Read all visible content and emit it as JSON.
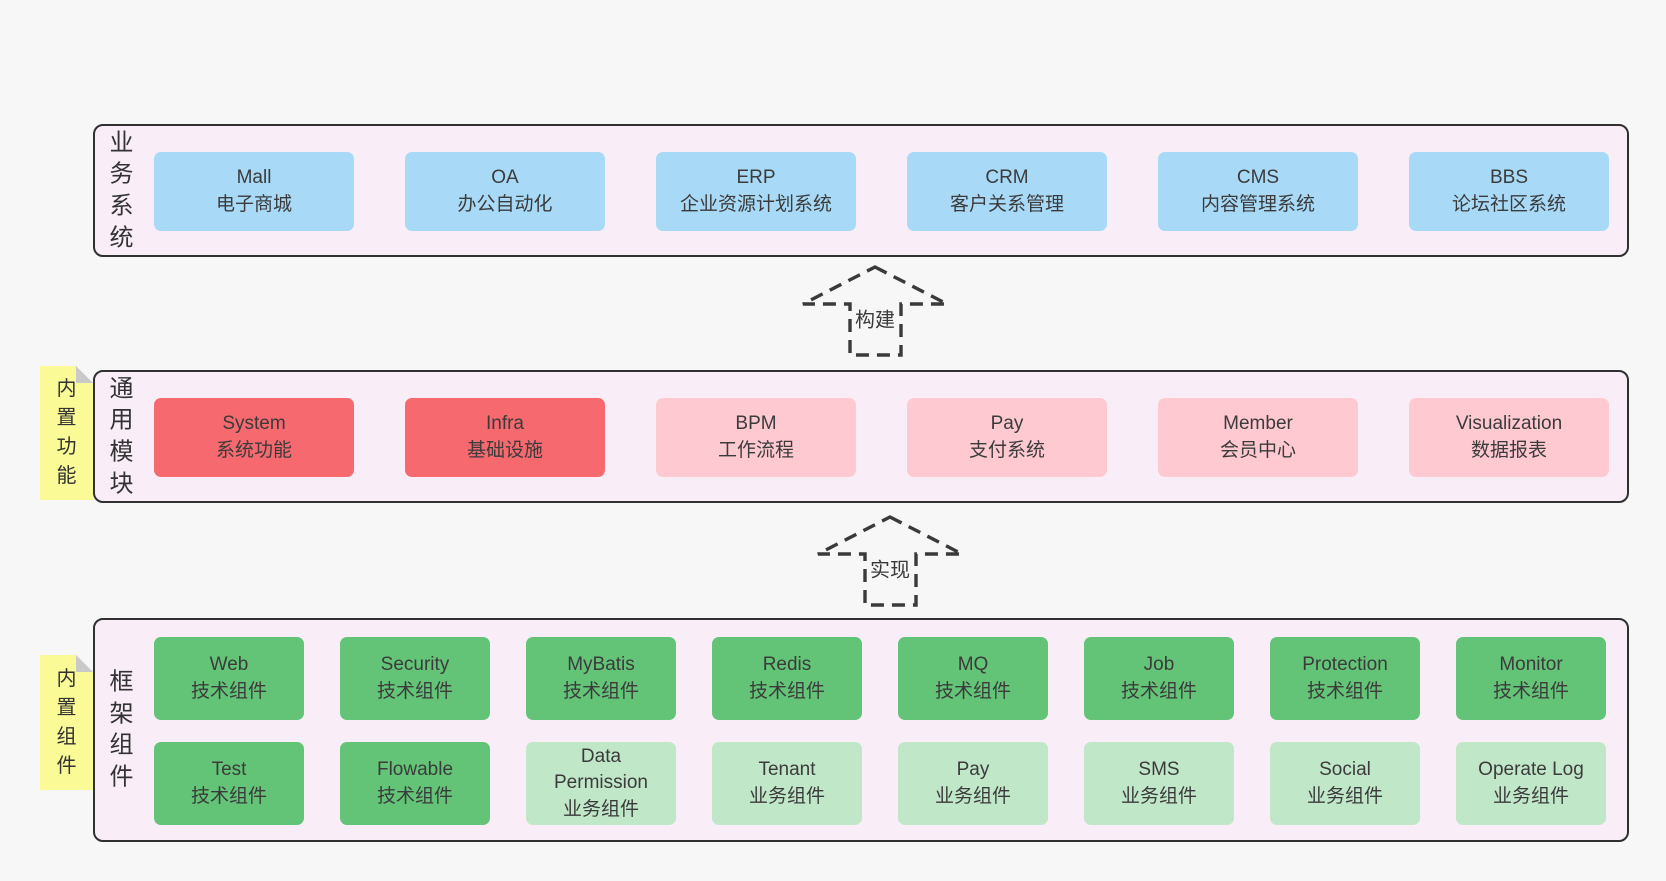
{
  "colors": {
    "page-bg": "#f7f7f7",
    "band-bg": "#f9eef8",
    "band-border": "#303030",
    "box-blue": "#a8daf7",
    "box-red": "#f5696f",
    "box-pink": "#ffc9d2",
    "box-green": "#63c477",
    "box-green-light": "#c1e7c9",
    "note-yellow": "#fafa96",
    "note-fold": "#c9c9c9",
    "text": "#3b3b3b"
  },
  "arrows": [
    {
      "label": "构建"
    },
    {
      "label": "实现"
    }
  ],
  "bands": [
    {
      "label": "业务系统",
      "items": [
        {
          "title": "Mall",
          "subtitle": "电子商城"
        },
        {
          "title": "OA",
          "subtitle": "办公自动化"
        },
        {
          "title": "ERP",
          "subtitle": "企业资源计划系统"
        },
        {
          "title": "CRM",
          "subtitle": "客户关系管理"
        },
        {
          "title": "CMS",
          "subtitle": "内容管理系统"
        },
        {
          "title": "BBS",
          "subtitle": "论坛社区系统"
        }
      ]
    },
    {
      "label": "通用模块",
      "note": "内置功能",
      "items": [
        {
          "title": "System",
          "subtitle": "系统功能"
        },
        {
          "title": "Infra",
          "subtitle": "基础设施"
        },
        {
          "title": "BPM",
          "subtitle": "工作流程"
        },
        {
          "title": "Pay",
          "subtitle": "支付系统"
        },
        {
          "title": "Member",
          "subtitle": "会员中心"
        },
        {
          "title": "Visualization",
          "subtitle": "数据报表"
        }
      ]
    },
    {
      "label": "框架组件",
      "note": "内置组件",
      "rows": [
        [
          {
            "title": "Web",
            "subtitle": "技术组件"
          },
          {
            "title": "Security",
            "subtitle": "技术组件"
          },
          {
            "title": "MyBatis",
            "subtitle": "技术组件"
          },
          {
            "title": "Redis",
            "subtitle": "技术组件"
          },
          {
            "title": "MQ",
            "subtitle": "技术组件"
          },
          {
            "title": "Job",
            "subtitle": "技术组件"
          },
          {
            "title": "Protection",
            "subtitle": "技术组件"
          },
          {
            "title": "Monitor",
            "subtitle": "技术组件"
          }
        ],
        [
          {
            "title": "Test",
            "subtitle": "技术组件"
          },
          {
            "title": "Flowable",
            "subtitle": "技术组件"
          },
          {
            "title": "Data Permission",
            "subtitle": "业务组件"
          },
          {
            "title": "Tenant",
            "subtitle": "业务组件"
          },
          {
            "title": "Pay",
            "subtitle": "业务组件"
          },
          {
            "title": "SMS",
            "subtitle": "业务组件"
          },
          {
            "title": "Social",
            "subtitle": "业务组件"
          },
          {
            "title": "Operate Log",
            "subtitle": "业务组件"
          }
        ]
      ]
    }
  ]
}
